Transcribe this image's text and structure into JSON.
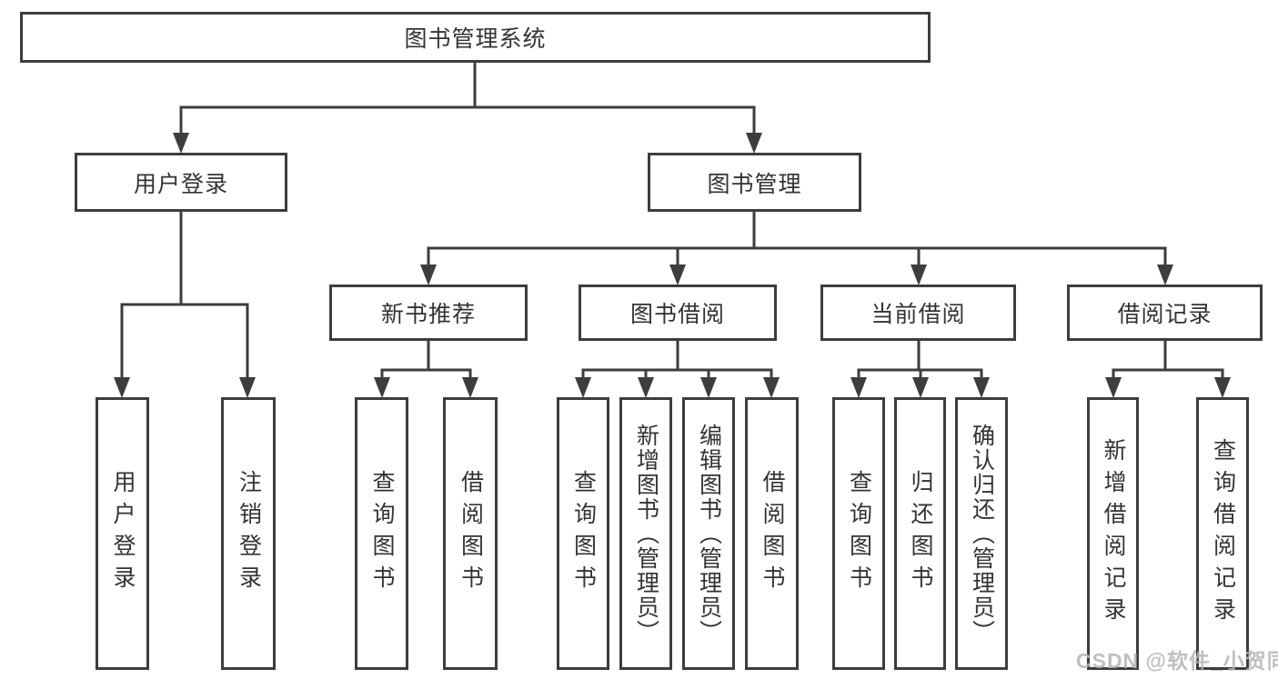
{
  "diagram": {
    "root": "图书管理系统",
    "level1": [
      "用户登录",
      "图书管理"
    ],
    "level2": [
      "新书推荐",
      "图书借阅",
      "当前借阅",
      "借阅记录"
    ],
    "leaves": {
      "login": [
        "用户登录",
        "注销登录"
      ],
      "recommend": [
        "查询图书",
        "借阅图书"
      ],
      "borrow": [
        "查询图书",
        "新增图书（管理员）",
        "编辑图书（管理员）",
        "借阅图书"
      ],
      "current": [
        "查询图书",
        "归还图书",
        "确认归还（管理员）"
      ],
      "records": [
        "新增借阅记录",
        "查询借阅记录"
      ]
    }
  },
  "watermark": "CSDN @软件_小贺同学",
  "colors": {
    "line": "#3d3d3d",
    "text": "#333333",
    "background": "#ffffff",
    "watermark": "#b5b5b5"
  }
}
